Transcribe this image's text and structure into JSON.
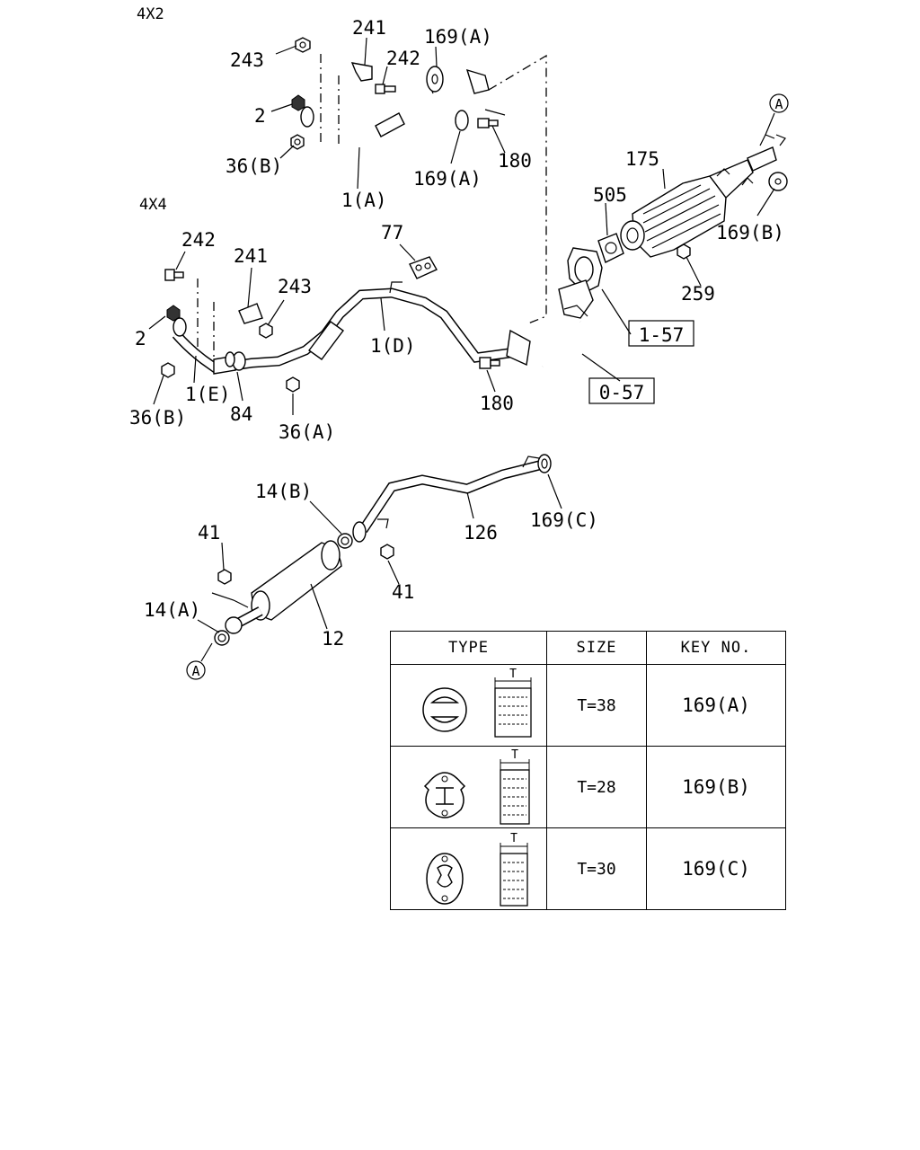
{
  "sections": {
    "top": "4X2",
    "middle": "4X4"
  },
  "callouts": {
    "c243_top": "243",
    "c241_top": "241",
    "c242_top": "242",
    "c169a_top1": "169(A)",
    "c2_top": "2",
    "c36b_top": "36(B)",
    "c1a": "1(A)",
    "c169a_top2": "169(A)",
    "c180_top": "180",
    "c175": "175",
    "c505": "505",
    "c169b": "169(B)",
    "c259": "259",
    "c1_57": "1-57",
    "c0_57": "0-57",
    "c242_mid": "242",
    "c241_mid": "241",
    "c243_mid": "243",
    "c77": "77",
    "c1d": "1(D)",
    "c2_mid": "2",
    "c1e": "1(E)",
    "c84": "84",
    "c36b_mid": "36(B)",
    "c36a_mid": "36(A)",
    "c180_mid": "180",
    "c14b": "14(B)",
    "c126": "126",
    "c169c": "169(C)",
    "c41_left": "41",
    "c41_right": "41",
    "c14a": "14(A)",
    "c12": "12",
    "ref_a_top": "A",
    "ref_a_bottom": "A"
  },
  "table": {
    "headers": [
      "TYPE",
      "SIZE",
      "KEY NO."
    ],
    "dimension_label": "T",
    "rows": [
      {
        "size": "T=38",
        "key": "169(A)"
      },
      {
        "size": "T=28",
        "key": "169(B)"
      },
      {
        "size": "T=30",
        "key": "169(C)"
      }
    ]
  }
}
